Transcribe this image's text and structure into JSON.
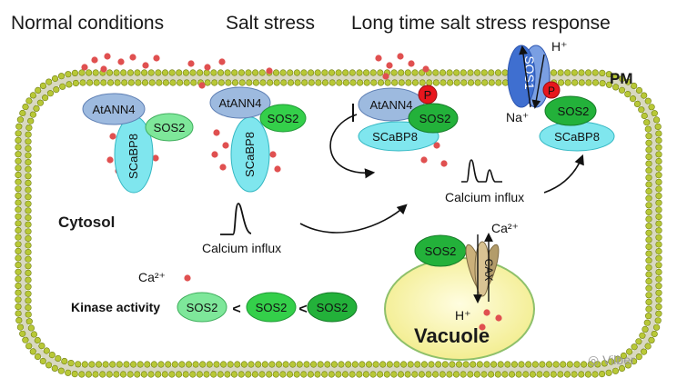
{
  "headers": {
    "normal": "Normal conditions",
    "salt": "Salt stress",
    "long": "Long time salt stress response"
  },
  "proteins": {
    "atann4": "AtANN4",
    "sos2": "SOS2",
    "scabp8": "SCaBP8",
    "sos1": "SOS1",
    "cax": "CAX",
    "p": "P"
  },
  "labels": {
    "pm": "PM",
    "cytosol": "Cytosol",
    "vacuole": "Vacuole",
    "calcium_influx": "Calcium influx",
    "ca2plus": "Ca²⁺",
    "kinase_activity": "Kinase activity",
    "less_than": "<",
    "h_plus": "H⁺",
    "na_plus": "Na⁺"
  },
  "watermark": "Vilber",
  "colors": {
    "membrane_head": "#b8c837",
    "membrane_head_edge": "#6f7d12",
    "atann4": "#9dbadf",
    "sos2_light": "#7ee79a",
    "sos2_mid": "#34cf4a",
    "sos2_dark": "#23b13a",
    "scabp8": "#7fe6ee",
    "phospho": "#e8161d",
    "calcium": "#e05050",
    "sos1": "#3f6fd0",
    "vacuole": "#f6f29a",
    "cax": "#cbb07a"
  }
}
